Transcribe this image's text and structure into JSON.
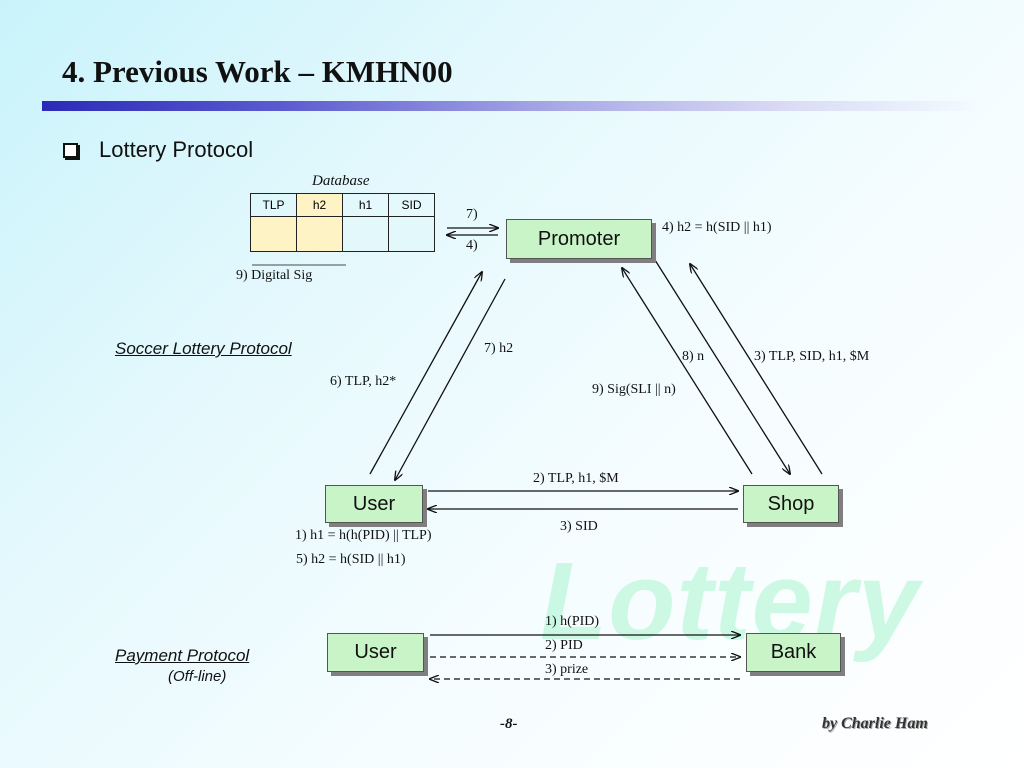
{
  "slide": {
    "title": "4. Previous Work – KMHN00",
    "bullet": "Lottery Protocol",
    "watermark": "Lottery",
    "page_number": "-8-",
    "author": "by Charlie Ham"
  },
  "database": {
    "label": "Database",
    "columns": [
      "TLP",
      "h2",
      "h1",
      "SID"
    ],
    "signature": "9)  Digital  Sig"
  },
  "nodes": {
    "promoter": "Promoter",
    "user": "User",
    "shop": "Shop",
    "pay_user": "User",
    "bank": "Bank"
  },
  "labels": {
    "soccer": "Soccer Lottery Protocol",
    "payment": "Payment Protocol",
    "offline": "(Off-line)"
  },
  "messages": {
    "m7_db": "7)",
    "m4_db": "4)",
    "m4_promoter": "4) h2 = h(SID || h1)",
    "m7_h2": "7) h2",
    "m6": "6) TLP, h2*",
    "m8": "8) n",
    "m9": "9) Sig(SLI || n)",
    "m3_shop": "3) TLP, SID, h1, $M",
    "m2": "2) TLP, h1, $M",
    "m3_sid": "3) SID",
    "m1": "1)  h1 = h(h(PID) || TLP)",
    "m5": "5) h2 = h(SID || h1)",
    "p1": "1) h(PID)",
    "p2": "2) PID",
    "p3": "3) prize"
  }
}
